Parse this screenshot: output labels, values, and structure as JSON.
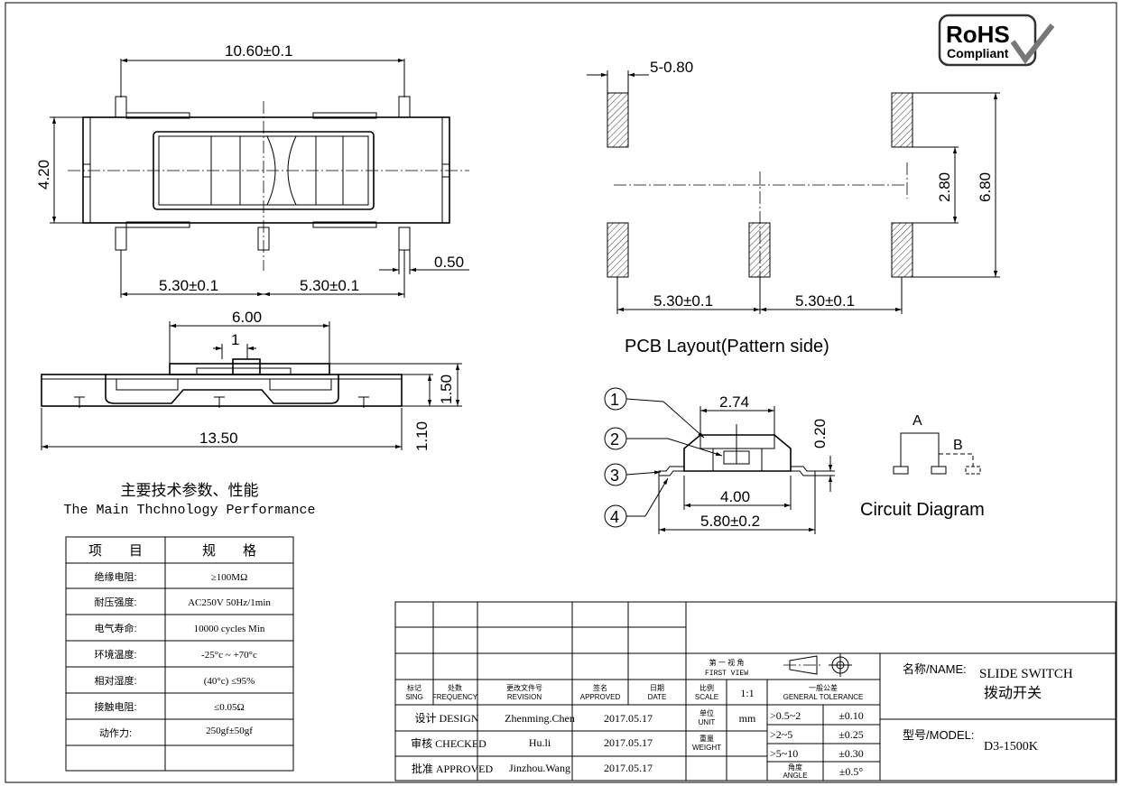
{
  "logo": {
    "line1": "RoHS",
    "line2": "Compliant"
  },
  "top_view": {
    "overall_width": "10.60±0.1",
    "height": "4.20",
    "pitch_left": "5.30±0.1",
    "pitch_right": "5.30±0.1",
    "pin_width": "0.50"
  },
  "side_view": {
    "actuator_width": "6.00",
    "knob_width": "1",
    "total_length": "13.50",
    "actuator_height": "1.50",
    "body_height": "1.10"
  },
  "pcb_layout": {
    "pad_width": "5-0.80",
    "inner_span": "2.80",
    "outer_span": "6.80",
    "pitch_left": "5.30±0.1",
    "pitch_right": "5.30±0.1",
    "caption": "PCB Layout(Pattern side)"
  },
  "end_view": {
    "callouts": [
      "1",
      "2",
      "3",
      "4"
    ],
    "top_width": "2.74",
    "lead_thickness": "0.20",
    "body_width": "4.00",
    "lead_span": "5.80±0.2"
  },
  "circuit": {
    "label_a": "A",
    "label_b": "B",
    "caption": "Circuit Diagram"
  },
  "performance": {
    "title_cn": "主要技术参数、性能",
    "title_en": "The Main Thchnology Performance",
    "header": [
      "项　　目",
      "规　　格"
    ],
    "rows": [
      [
        "绝缘电阻:",
        "≥100MΩ"
      ],
      [
        "耐压强度:",
        "AC250V  50Hz/1min"
      ],
      [
        "电气寿命:",
        "10000 cycles Min"
      ],
      [
        "环境温度:",
        "-25°c ~ +70°c"
      ],
      [
        "相对湿度:",
        "(40°c) ≤95%"
      ],
      [
        "接触电阻:",
        "≤0.05Ω"
      ],
      [
        "动作力:",
        "250gf±50gf"
      ]
    ]
  },
  "title_block": {
    "rev_headers": [
      {
        "cn": "标记",
        "en": "SING"
      },
      {
        "cn": "处数",
        "en": "FREQUENCY"
      },
      {
        "cn": "更改文件号",
        "en": "REVISION"
      },
      {
        "cn": "签名",
        "en": "APPROVED"
      },
      {
        "cn": "日期",
        "en": "DATE"
      }
    ],
    "sign_rows": [
      {
        "role": "设计 DESIGN",
        "name": "Zhenming.Chen",
        "date": "2017.05.17"
      },
      {
        "role": "审核 CHECKED",
        "name": "Hu.li",
        "date": "2017.05.17"
      },
      {
        "role": "批准 APPROVED",
        "name": "Jinzhou.Wang",
        "date": "2017.05.17"
      }
    ],
    "view_label_cn": "第 一 视 角",
    "view_label_en": "FIRST VIEW",
    "scale_label_cn": "比例",
    "scale_label_en": "SCALE",
    "scale": "1:1",
    "unit_label_cn": "单位",
    "unit_label_en": "UNIT",
    "unit": "mm",
    "weight_label_cn": "重量",
    "weight_label_en": "WEIGHT",
    "tolerance_label_cn": "一般公差",
    "tolerance_label_en": "GENERAL TOLERANCE",
    "tolerances": [
      {
        "range": ">0.5~2",
        "value": "±0.10"
      },
      {
        "range": ">2~5",
        "value": "±0.25"
      },
      {
        "range": ">5~10",
        "value": "±0.30"
      },
      {
        "range": "角度",
        "range_en": "ANGLE",
        "value": "±0.5°"
      }
    ],
    "name_label": "名称/NAME:",
    "name_en": "SLIDE SWITCH",
    "name_cn": "拨动开关",
    "model_label": "型号/MODEL:",
    "model": "D3-1500K"
  }
}
